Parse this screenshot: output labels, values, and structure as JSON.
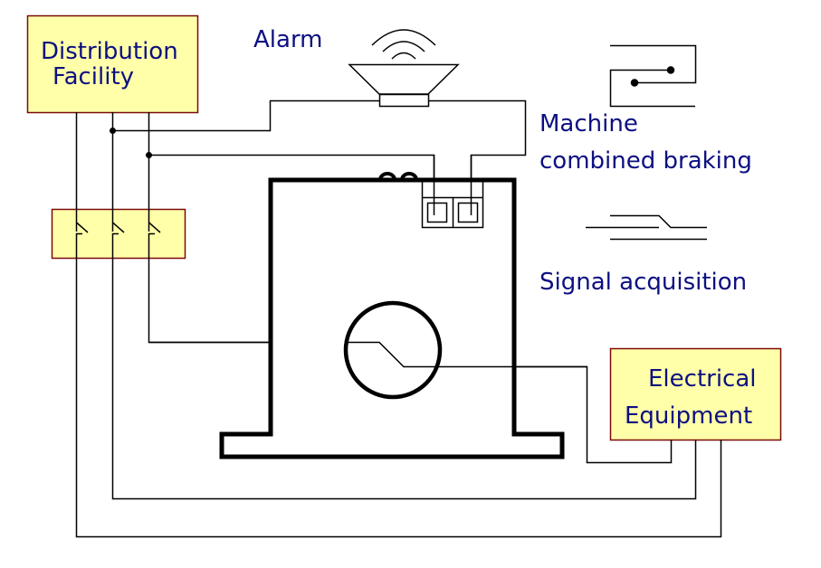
{
  "diagram": {
    "title": "Current sensor wiring diagram",
    "colors": {
      "box_fill": "#ffffaa",
      "box_border": "#7a0a0a",
      "text": "#0d1080",
      "wire": "#000000",
      "background": "#ffffff"
    },
    "nodes": {
      "distribution_facility": {
        "line1": "Distribution",
        "line2": "Facility"
      },
      "electrical_equipment": {
        "line1": "Electrical",
        "line2": "Equipment"
      },
      "alarm": {
        "label": "Alarm",
        "icon": "speaker-icon"
      },
      "circuit_breaker": {
        "icon": "three-pole-switch-icon",
        "poles": 3
      },
      "current_sensor": {
        "icon": "split-core-current-transformer-icon"
      }
    },
    "legend": {
      "machine_braking": {
        "line1": "Machine",
        "line2": "combined braking",
        "icon": "relay-contact-icon"
      },
      "signal_acquisition": {
        "label": "Signal acquisition",
        "icon": "switch-contact-icon"
      }
    }
  }
}
